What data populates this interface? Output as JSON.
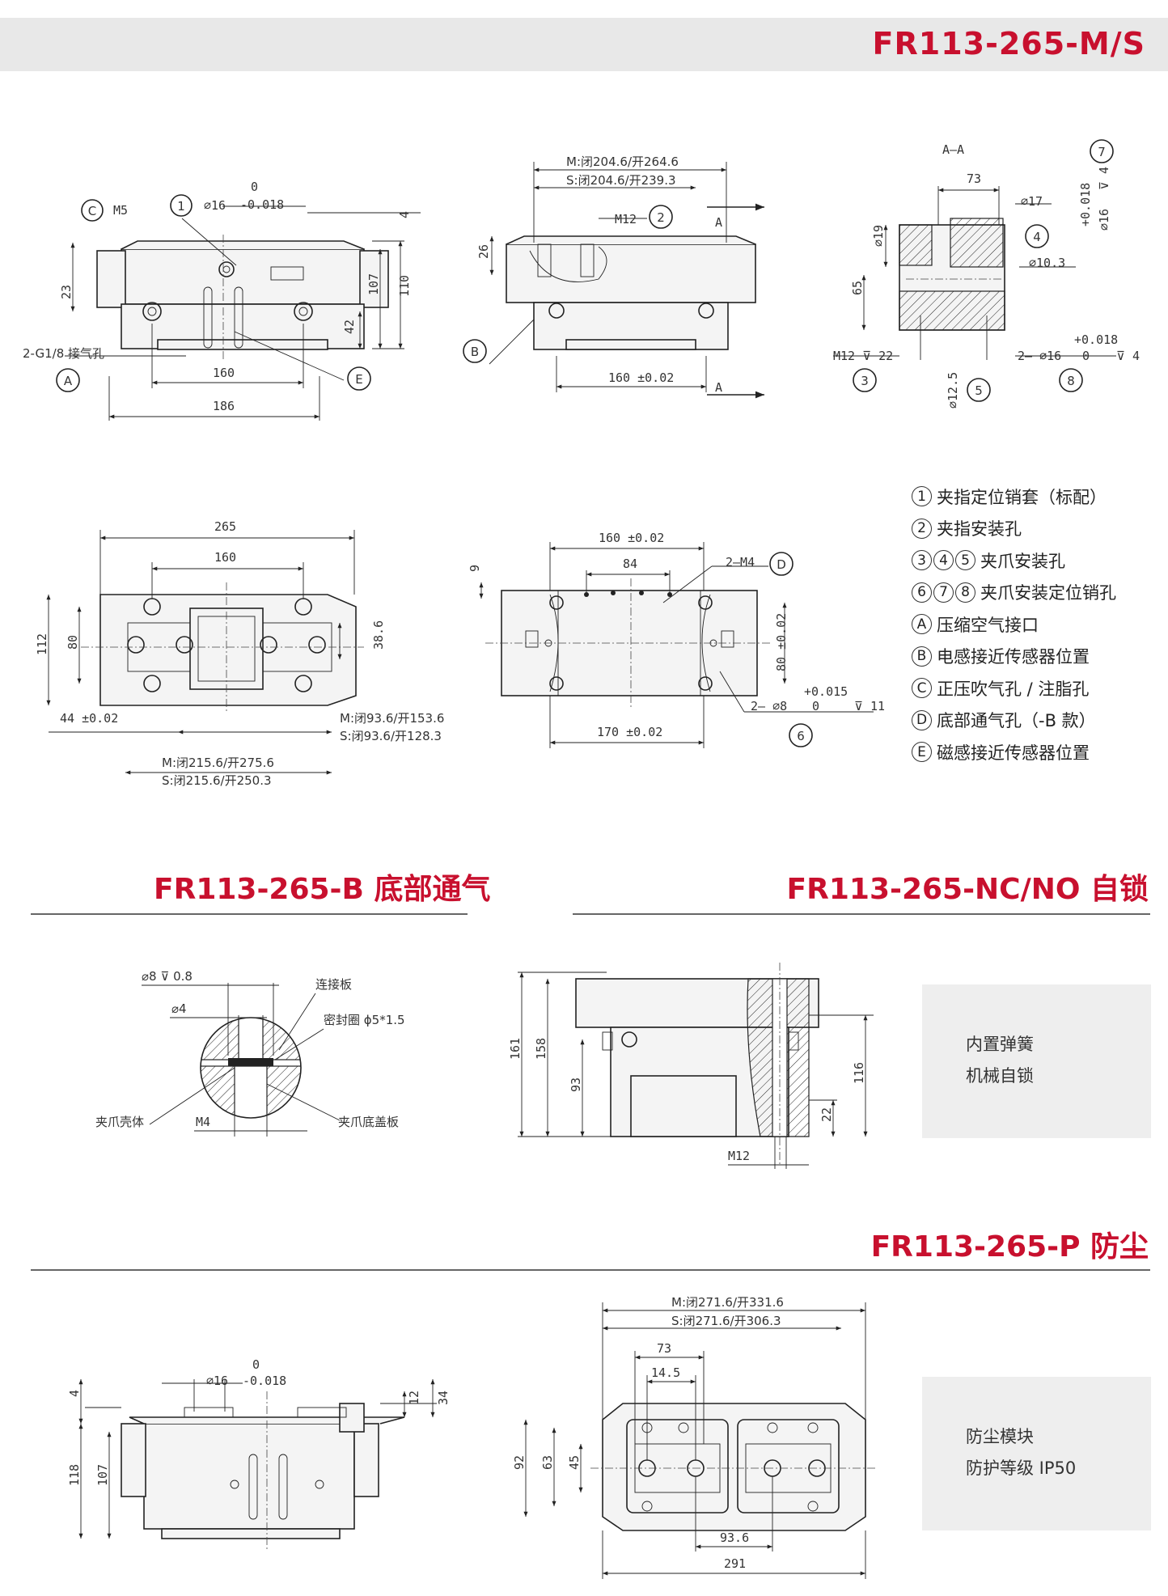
{
  "header": {
    "title": "FR113-265-M/S"
  },
  "sections": {
    "b_title": "FR113-265-B 底部通气",
    "nc_title": "FR113-265-NC/NO 自锁",
    "p_title": "FR113-265-P 防尘"
  },
  "legend": [
    {
      "marks": [
        "1"
      ],
      "text": "夹指定位销套（标配）"
    },
    {
      "marks": [
        "2"
      ],
      "text": "夹指安装孔"
    },
    {
      "marks": [
        "3",
        "4",
        "5"
      ],
      "text": "夹爪安装孔"
    },
    {
      "marks": [
        "6",
        "7",
        "8"
      ],
      "text": "夹爪安装定位销孔"
    },
    {
      "marks": [
        "A"
      ],
      "text": "压缩空气接口"
    },
    {
      "marks": [
        "B"
      ],
      "text": "电感接近传感器位置"
    },
    {
      "marks": [
        "C"
      ],
      "text": "正压吹气孔 / 注脂孔"
    },
    {
      "marks": [
        "D"
      ],
      "text": "底部通气孔（-B 款）"
    },
    {
      "marks": [
        "E"
      ],
      "text": "磁感接近传感器位置"
    }
  ],
  "notes": {
    "nc": [
      "内置弹簧",
      "机械自锁"
    ],
    "p": [
      "防尘模块",
      "防护等级 IP50"
    ]
  },
  "drawing1": {
    "callouts": [
      "C",
      "1",
      "A",
      "E"
    ],
    "dims": {
      "m5": "M5",
      "d16": "⌀16",
      "tol_up": "0",
      "tol_lo": "-0.018",
      "w160": "160",
      "w186": "186",
      "h23": "23",
      "h107": "107",
      "h110": "110",
      "h42": "42",
      "h4": "4",
      "port": "2-G1/8 接气孔"
    }
  },
  "drawing2": {
    "callouts": [
      "2",
      "B"
    ],
    "dims": {
      "m_len": "M:闭204.6/开264.6",
      "s_len": "S:闭204.6/开239.3",
      "m12": "M12",
      "h26": "26",
      "w160": "160 ±0.02",
      "sec_a": "A"
    }
  },
  "drawing3": {
    "callouts": [
      "7",
      "4",
      "3",
      "5",
      "8"
    ],
    "dims": {
      "aa": "A—A",
      "w73": "73",
      "d17": "⌀17",
      "d19": "⌀19",
      "d103": "⌀10.3",
      "h65": "65",
      "m12": "M12 ⊽ 22",
      "d125": "⌀12.5",
      "d16pin": "2— ⌀16",
      "tol_up": "+0.018",
      "tol_lo": "0",
      "dep4": "⊽ 4",
      "d16": "⌀16"
    }
  },
  "drawing4": {
    "dims": {
      "w265": "265",
      "w160": "160",
      "h112": "112",
      "h80": "80",
      "h386": "38.6",
      "w44": "44 ±0.02",
      "m_a": "M:闭93.6/开153.6",
      "s_a": "S:闭93.6/开128.3",
      "m_b": "M:闭215.6/开275.6",
      "s_b": "S:闭215.6/开250.3"
    }
  },
  "drawing5": {
    "callouts": [
      "D",
      "6"
    ],
    "dims": {
      "w160": "160 ±0.02",
      "w84": "84",
      "m4": "2—M4",
      "h9": "9",
      "h80": "80 ±0.02",
      "pin": "2— ⌀8",
      "tol_up": "+0.015",
      "tol_lo": "0",
      "dep11": "⊽ 11",
      "w170": "170 ±0.02"
    }
  },
  "drawing6": {
    "dims": {
      "d8": "⌀8 ⊽ 0.8",
      "d4": "⌀4",
      "plate": "连接板",
      "seal": "密封圈 ϕ5*1.5",
      "shell": "夹爪壳体",
      "m4": "M4",
      "cover": "夹爪底盖板"
    }
  },
  "drawing7": {
    "dims": {
      "h161": "161",
      "h158": "158",
      "h93": "93",
      "h116": "116",
      "h22": "22",
      "m12": "M12"
    }
  },
  "drawing8": {
    "dims": {
      "d16": "⌀16",
      "tol_up": "0",
      "tol_lo": "-0.018",
      "h4": "4",
      "h12": "12",
      "h34": "34",
      "h118": "118",
      "h107": "107"
    }
  },
  "drawing9": {
    "dims": {
      "m_len": "M:闭271.6/开331.6",
      "s_len": "S:闭271.6/开306.3",
      "w73": "73",
      "w145": "14.5",
      "h92": "92",
      "h63": "63",
      "h45": "45",
      "w936": "93.6",
      "w291": "291"
    }
  }
}
